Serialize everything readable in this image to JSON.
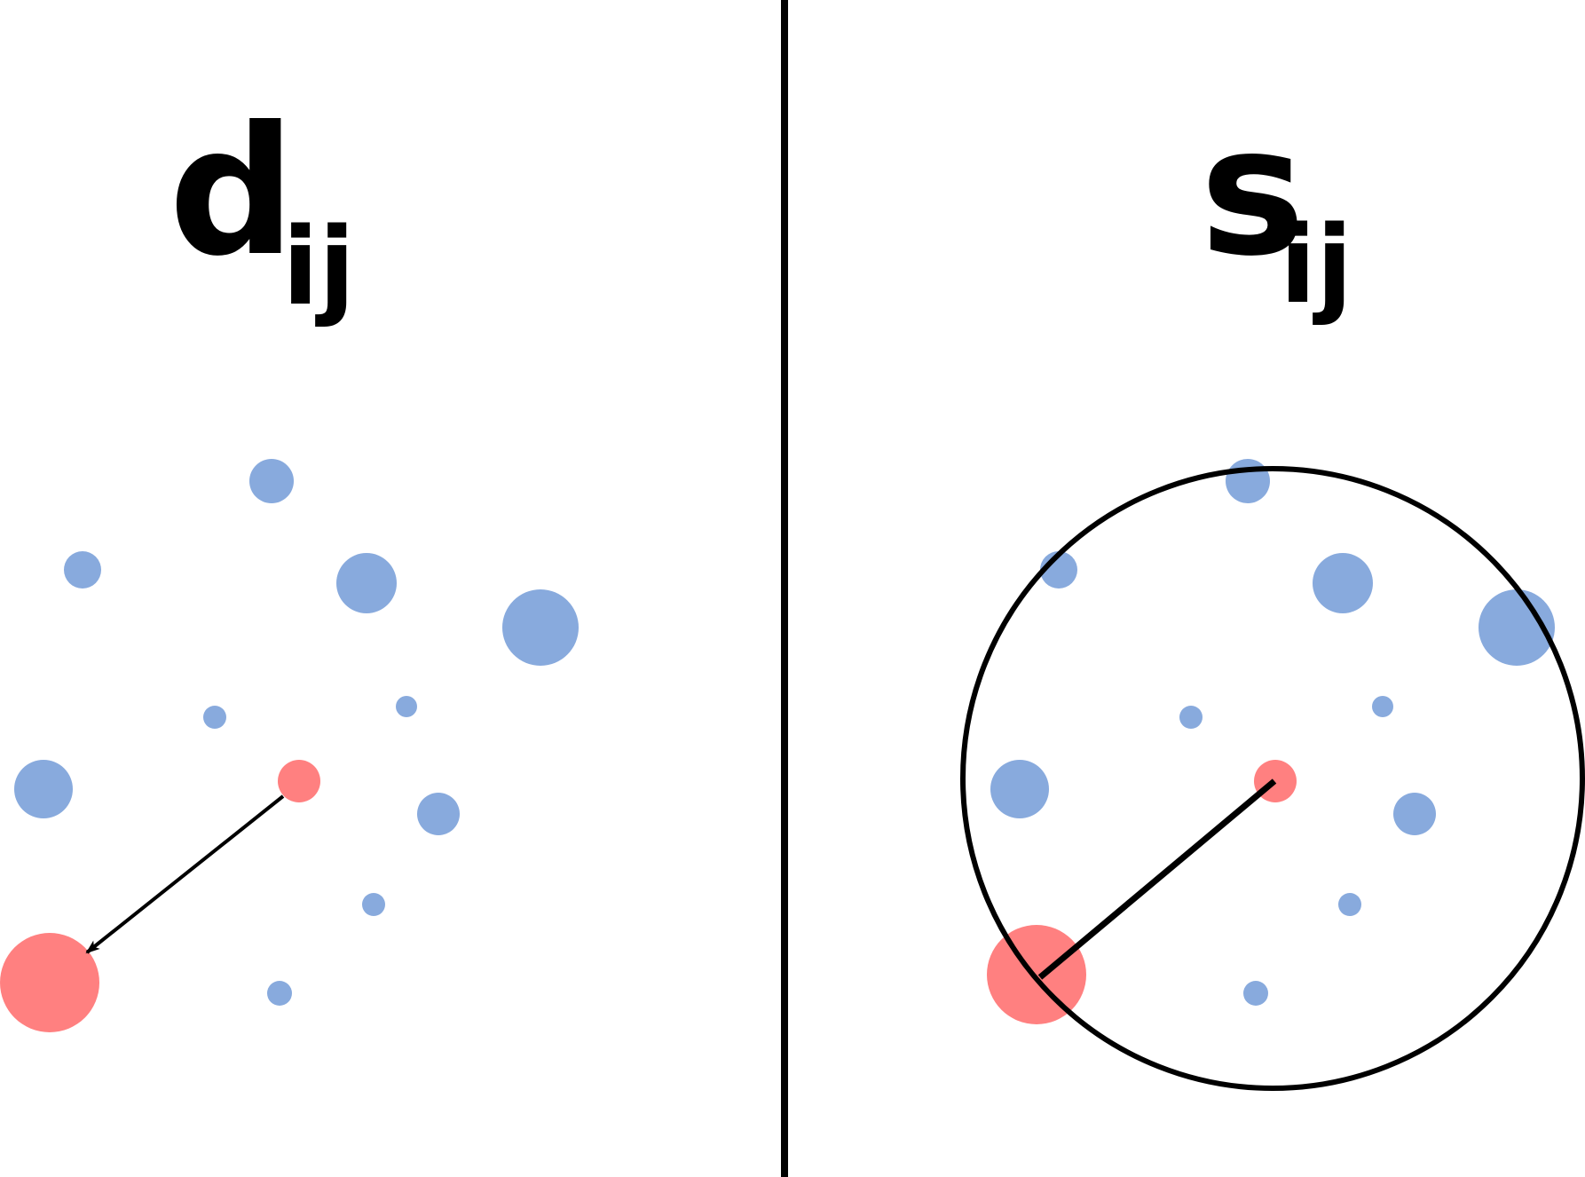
{
  "panels": [
    {
      "id": "left",
      "label": {
        "main": "d",
        "sub": "ij"
      },
      "connector": "arrow"
    },
    {
      "id": "right",
      "label": {
        "main": "s",
        "sub": "ij"
      },
      "connector": "radius-with-circle"
    }
  ],
  "colors": {
    "neighbor": "#88aadd",
    "highlight": "#ff8080",
    "stroke": "#000000",
    "background": "#ffffff"
  }
}
